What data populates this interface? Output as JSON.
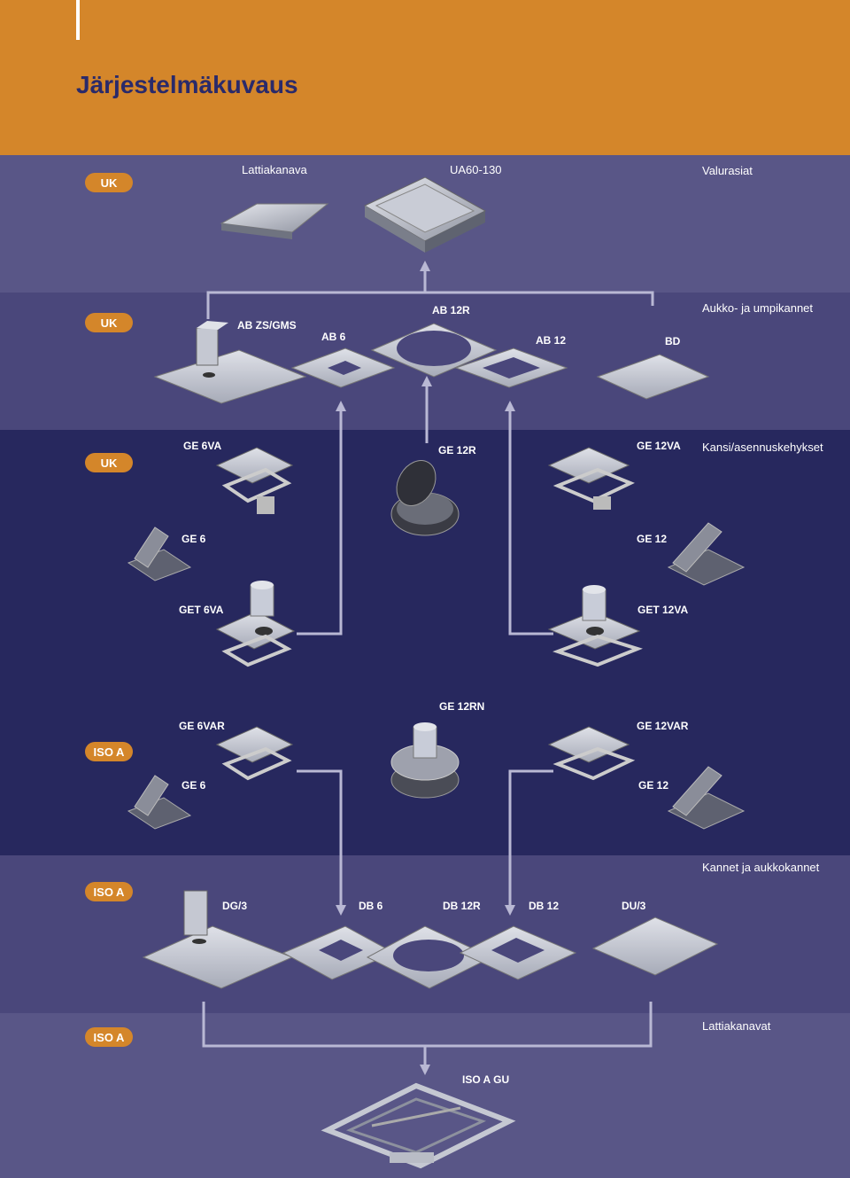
{
  "header": {
    "title": "Järjestelmäkuvaus"
  },
  "colors": {
    "orange": "#d4862a",
    "band1": "#595687",
    "band2": "#4a477b",
    "band3": "#27285e",
    "band4": "#222459",
    "badge": "#d4862a"
  },
  "sections": {
    "s1": {
      "badge": "UK",
      "lattiakanava": "Lattiakanava",
      "ua": "UA60-130",
      "valurasiat": "Valurasiat"
    },
    "s2": {
      "badge": "UK",
      "title": "Aukko- ja umpikannet",
      "abzs": "AB ZS/GMS",
      "ab6": "AB 6",
      "ab12r": "AB 12R",
      "ab12": "AB 12",
      "bd": "BD"
    },
    "s3": {
      "badge": "UK",
      "title": "Kansi/asennuskehykset",
      "ge6va": "GE 6VA",
      "ge12r": "GE 12R",
      "ge12va": "GE 12VA",
      "ge6": "GE 6",
      "ge12": "GE 12",
      "get6va": "GET 6VA",
      "get12va": "GET 12VA"
    },
    "s4": {
      "badge": "ISO A",
      "ge12rn": "GE 12RN",
      "ge6var": "GE 6VAR",
      "ge12var": "GE 12VAR",
      "ge6": "GE 6",
      "ge12": "GE 12"
    },
    "s5": {
      "badge": "ISO A",
      "title": "Kannet ja aukkokannet",
      "dg3": "DG/3",
      "db6": "DB 6",
      "db12r": "DB 12R",
      "db12": "DB 12",
      "du3": "DU/3"
    },
    "s6": {
      "badge": "ISO A",
      "title": "Lattiakanavat",
      "isoagu": "ISO A GU"
    }
  }
}
